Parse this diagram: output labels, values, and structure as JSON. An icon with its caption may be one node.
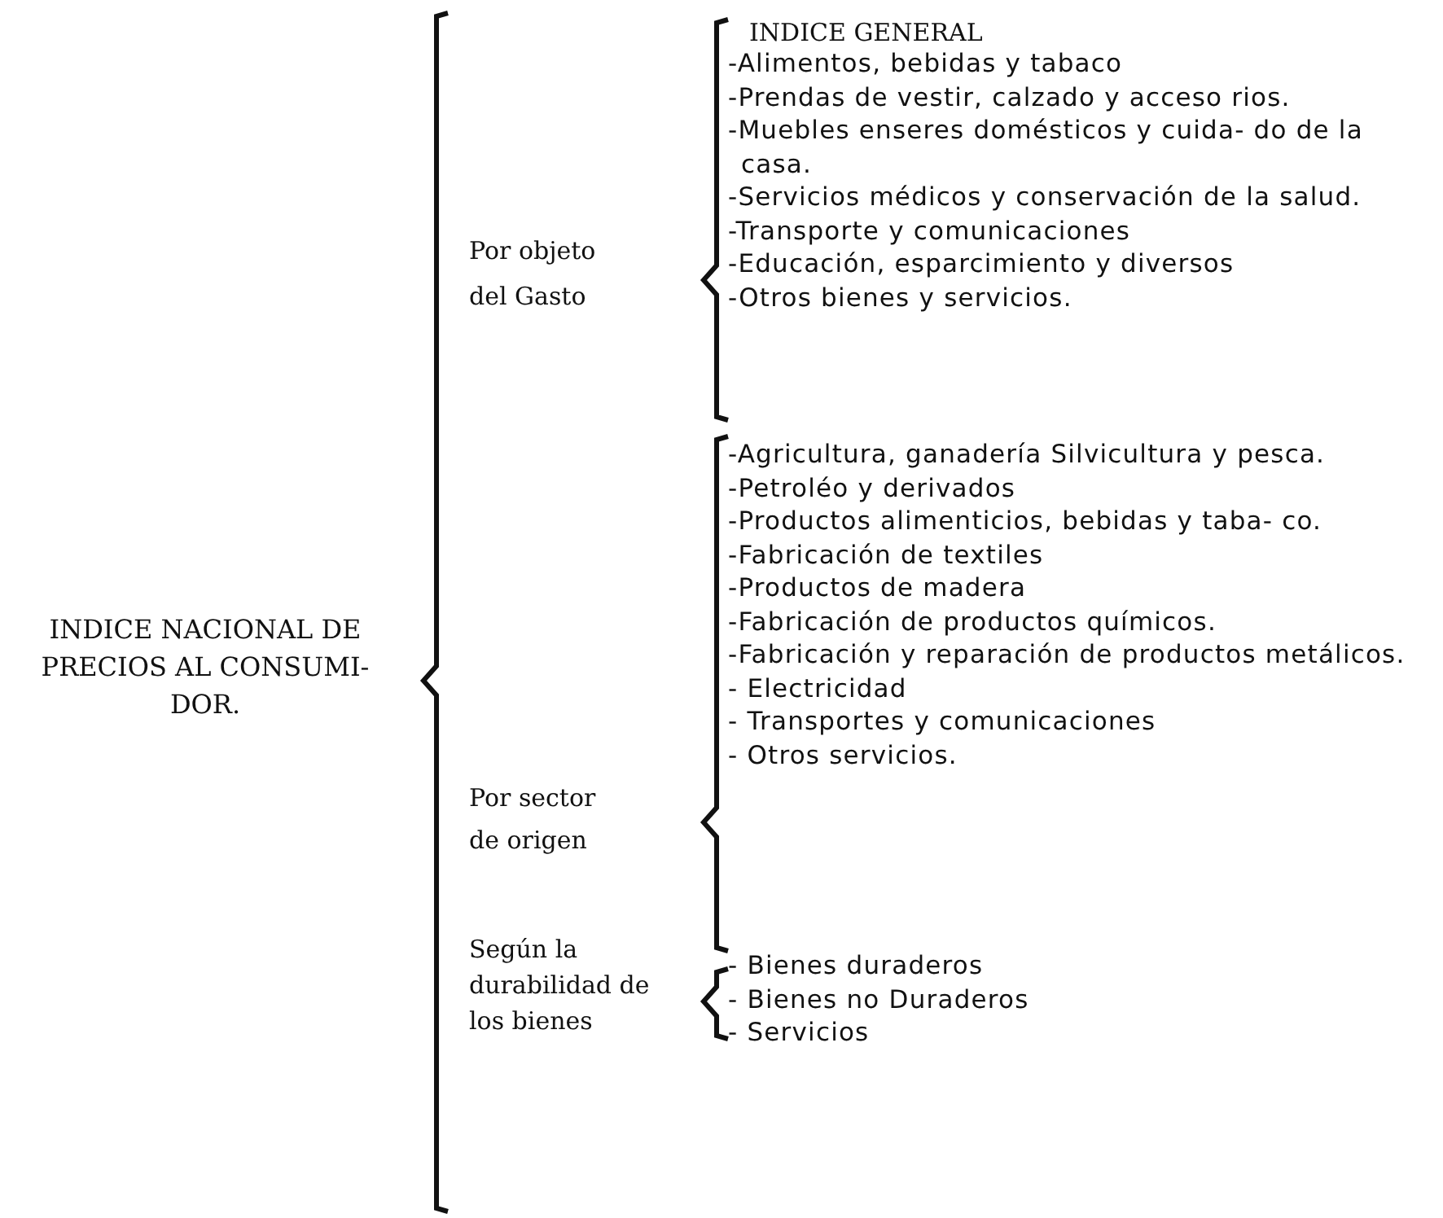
{
  "diagram": {
    "labels": [
      "INDICE GENERAL",
      "Por objeto del Gasto",
      "-Alimentos, bebidas y tabaco",
      "-Prendas de vestir, calzado y acceso rios.",
      "-Muebles enseres domésticos y cuida- do de la casa.",
      "-Servicios médicos y conservación de la salud.",
      "-Transporte y comunicaciones",
      "-Educación, esparcimiento y diversos",
      "-Otros bienes y servicios.",
      "INDICE NACIONAL DE PRECIOS AL CONSUMI- DOR.",
      "Por sector de origen",
      "-Agricultura, ganadería Silvicultura y pesca.",
      "-Petroléo y derivados",
      "-Productos alimenticios, bebidas y taba- co.",
      "-Fabricación de textiles",
      "-Productos de madera",
      "-Fabricación de productos químicos.",
      "-Fabricación y reparación de productos metálicos.",
      "- Electricidad",
      "- Transportes y comunicaciones",
      "- Otros servicios.",
      "Según la durabilidad de los bienes",
      "- Bienes duraderos",
      "- Bienes no Duraderos",
      "- Servicios"
    ]
  }
}
